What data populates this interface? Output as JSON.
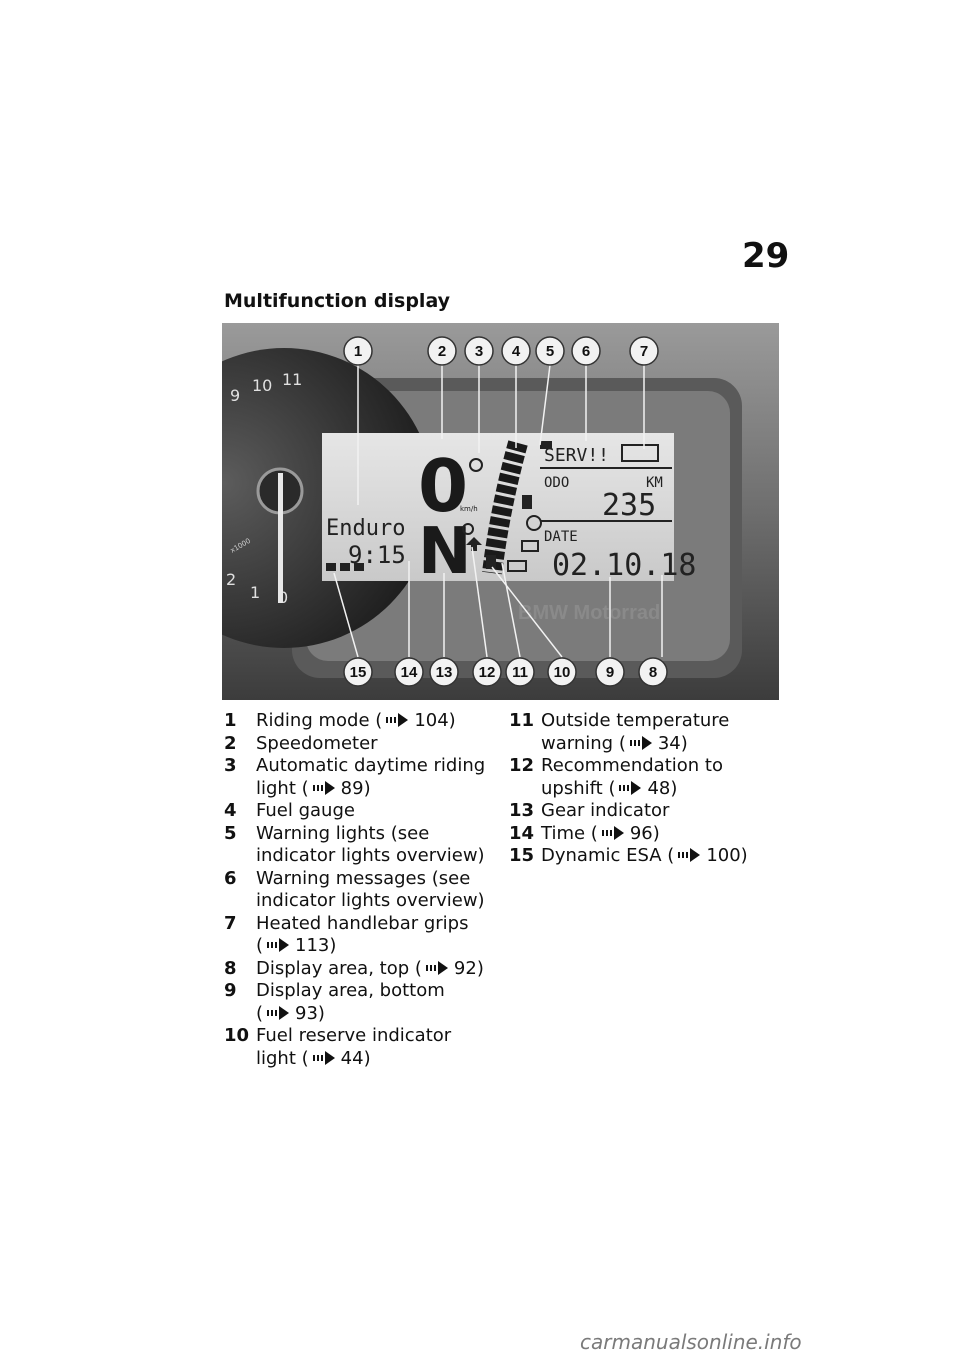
{
  "page": {
    "number": "29",
    "title": "Multifunction display"
  },
  "photo": {
    "callouts": [
      "1",
      "2",
      "3",
      "4",
      "5",
      "6",
      "7",
      "8",
      "9",
      "10",
      "11",
      "12",
      "13",
      "14",
      "15"
    ],
    "dial_numbers": [
      "9",
      "10",
      "11",
      "2",
      "1",
      "0"
    ],
    "dial_unit": "x1000",
    "lcd": {
      "speed": "0",
      "speed_unit": "km/h",
      "gear": "N",
      "riding_mode": "Enduro",
      "time": "9:15",
      "message": "SERV!!",
      "odo_label": "ODO",
      "odo_unit": "KM",
      "odo_value": "235",
      "date_label": "DATE",
      "date_value": "02.10.18"
    },
    "brand_text": "BMW Motorrad"
  },
  "legend": {
    "left": [
      {
        "num": "1",
        "text": "Riding mode",
        "ref": "104)"
      },
      {
        "num": "2",
        "text": "Speedometer",
        "ref": ""
      },
      {
        "num": "3",
        "text": "Automatic daytime riding light",
        "ref": "89)"
      },
      {
        "num": "4",
        "text": "Fuel gauge",
        "ref": ""
      },
      {
        "num": "5",
        "text": "Warning lights (see indicator lights overview)",
        "ref": ""
      },
      {
        "num": "6",
        "text": "Warning messages (see indicator lights overview)",
        "ref": ""
      },
      {
        "num": "7",
        "text": "Heated handlebar grips",
        "ref": "113)"
      },
      {
        "num": "8",
        "text": "Display area, top",
        "ref": "92)"
      },
      {
        "num": "9",
        "text": "Display area, bottom",
        "ref": "93)"
      },
      {
        "num": "10",
        "text": "Fuel reserve indicator light",
        "ref": "44)"
      }
    ],
    "right": [
      {
        "num": "11",
        "text": "Outside temperature warning",
        "ref": "34)"
      },
      {
        "num": "12",
        "text": "Recommendation to upshift",
        "ref": "48)"
      },
      {
        "num": "13",
        "text": "Gear indicator",
        "ref": ""
      },
      {
        "num": "14",
        "text": "Time",
        "ref": "96)"
      },
      {
        "num": "15",
        "text": "Dynamic ESA",
        "ref": "100)"
      }
    ]
  },
  "footer": {
    "url": "carmanualsonline.info"
  }
}
